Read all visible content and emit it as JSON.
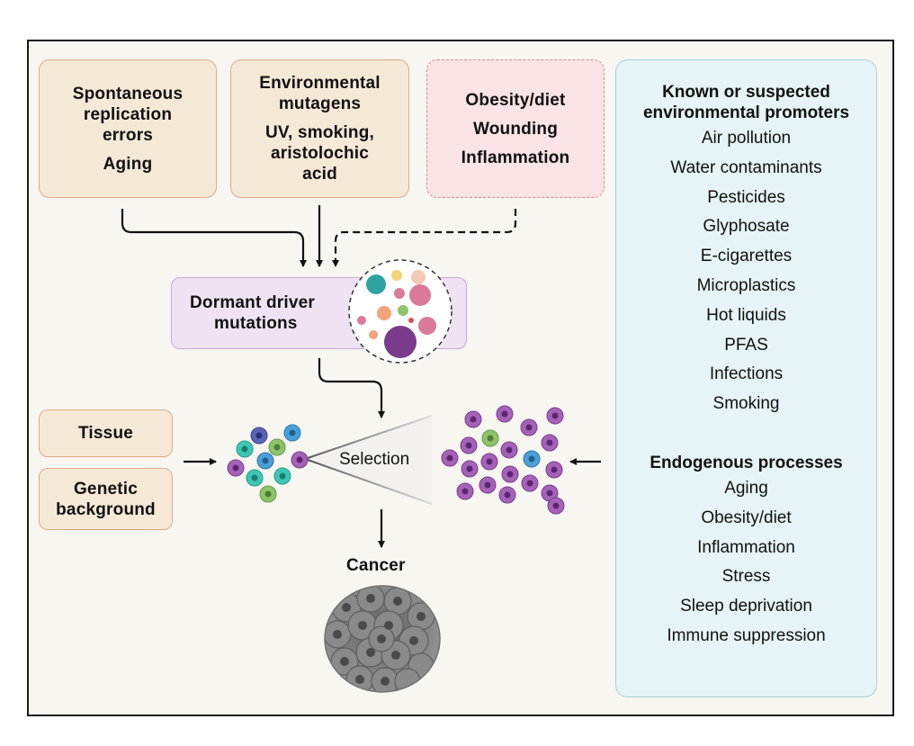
{
  "boxes": {
    "spontaneous": {
      "line1": "Spontaneous",
      "line2": "replication",
      "line3": "errors",
      "line4": "Aging"
    },
    "environmental": {
      "line1": "Environmental",
      "line2": "mutagens",
      "line3": "UV, smoking,",
      "line4": "aristolochic",
      "line5": "acid"
    },
    "obesity": {
      "line1": "Obesity/diet",
      "line2": "Wounding",
      "line3": "Inflammation"
    },
    "dormant": {
      "line1": "Dormant driver",
      "line2": "mutations"
    },
    "tissue": {
      "label": "Tissue"
    },
    "genetic": {
      "line1": "Genetic",
      "line2": "background"
    }
  },
  "labels": {
    "selection": "Selection",
    "cancer": "Cancer"
  },
  "promoters": {
    "heading_line1": "Known or suspected",
    "heading_line2": "environmental promoters",
    "items": [
      "Air pollution",
      "Water contaminants",
      "Pesticides",
      "Glyphosate",
      "E-cigarettes",
      "Microplastics",
      "Hot liquids",
      "PFAS",
      "Infections",
      "Smoking"
    ]
  },
  "endogenous": {
    "heading": "Endogenous processes",
    "items": [
      "Aging",
      "Obesity/diet",
      "Inflammation",
      "Stress",
      "Sleep deprivation",
      "Immune suppression"
    ]
  },
  "colors": {
    "purple_cell": "#a463b8",
    "purple_nucleus": "#7a2f8f",
    "teal": "#3ec6b4",
    "blue": "#4b9fd9",
    "navy": "#5a63b8",
    "green": "#8cc46a",
    "dormant_purple": "#7a3b8c",
    "pink": "#d97a9a",
    "orange": "#f2a47a",
    "yellow": "#f4d27a"
  }
}
